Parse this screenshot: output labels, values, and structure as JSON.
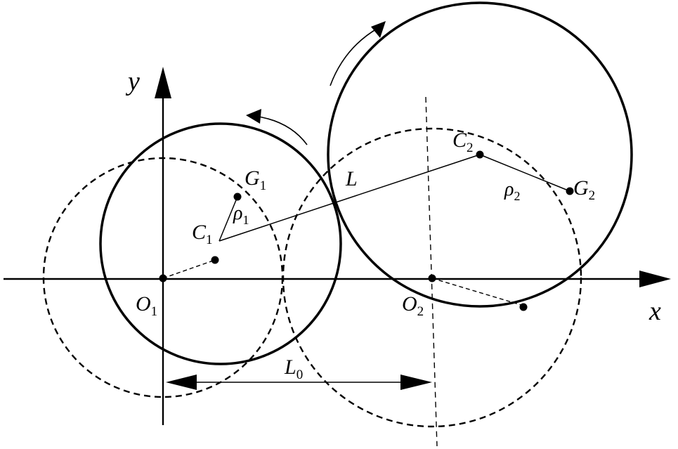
{
  "labels": {
    "x_axis": "x",
    "y_axis": "y",
    "o1": "O",
    "o1_sub": "1",
    "o2": "O",
    "o2_sub": "2",
    "c1": "C",
    "c1_sub": "1",
    "c2": "C",
    "c2_sub": "2",
    "g1": "G",
    "g1_sub": "1",
    "g2": "G",
    "g2_sub": "2",
    "rho1": "ρ",
    "rho1_sub": "1",
    "rho2": "ρ",
    "rho2_sub": "2",
    "L": "L",
    "L0": "L",
    "L0_sub": "0"
  }
}
